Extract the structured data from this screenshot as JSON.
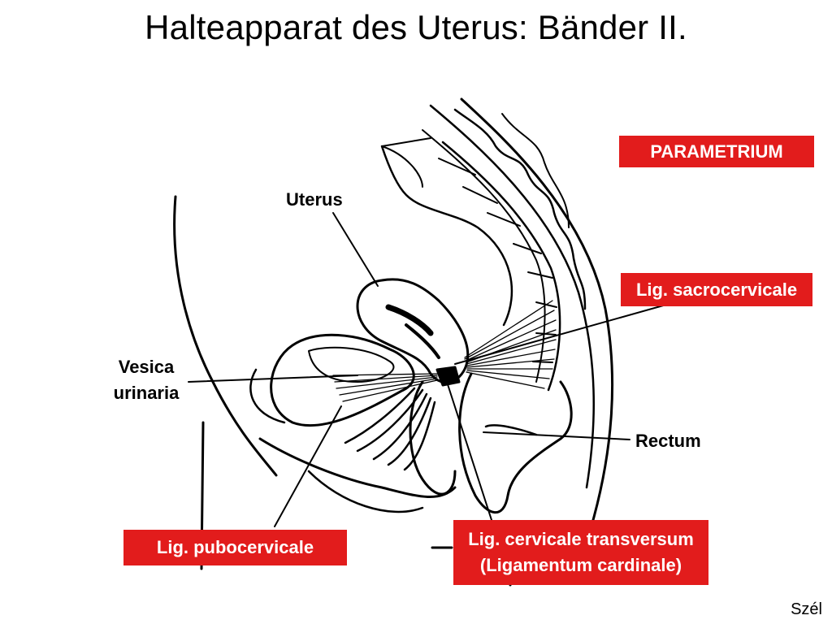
{
  "slide": {
    "title": "Halteapparat des Uterus: Bänder II.",
    "author": "Szél"
  },
  "labels": {
    "uterus": "Uterus",
    "vesica_line1": "Vesica",
    "vesica_line2": "urinaria",
    "rectum": "Rectum",
    "parametrium": "PARAMETRIUM",
    "lig_sacrocervicale": "Lig. sacrocervicale",
    "lig_pubocervicale": "Lig. pubocervicale",
    "lig_cervicale_line1": "Lig. cervicale transversum",
    "lig_cervicale_line2": "(Ligamentum cardinale)"
  },
  "colors": {
    "label_box": "#e21c1c",
    "label_text": "#ffffff",
    "ink": "#000000"
  }
}
